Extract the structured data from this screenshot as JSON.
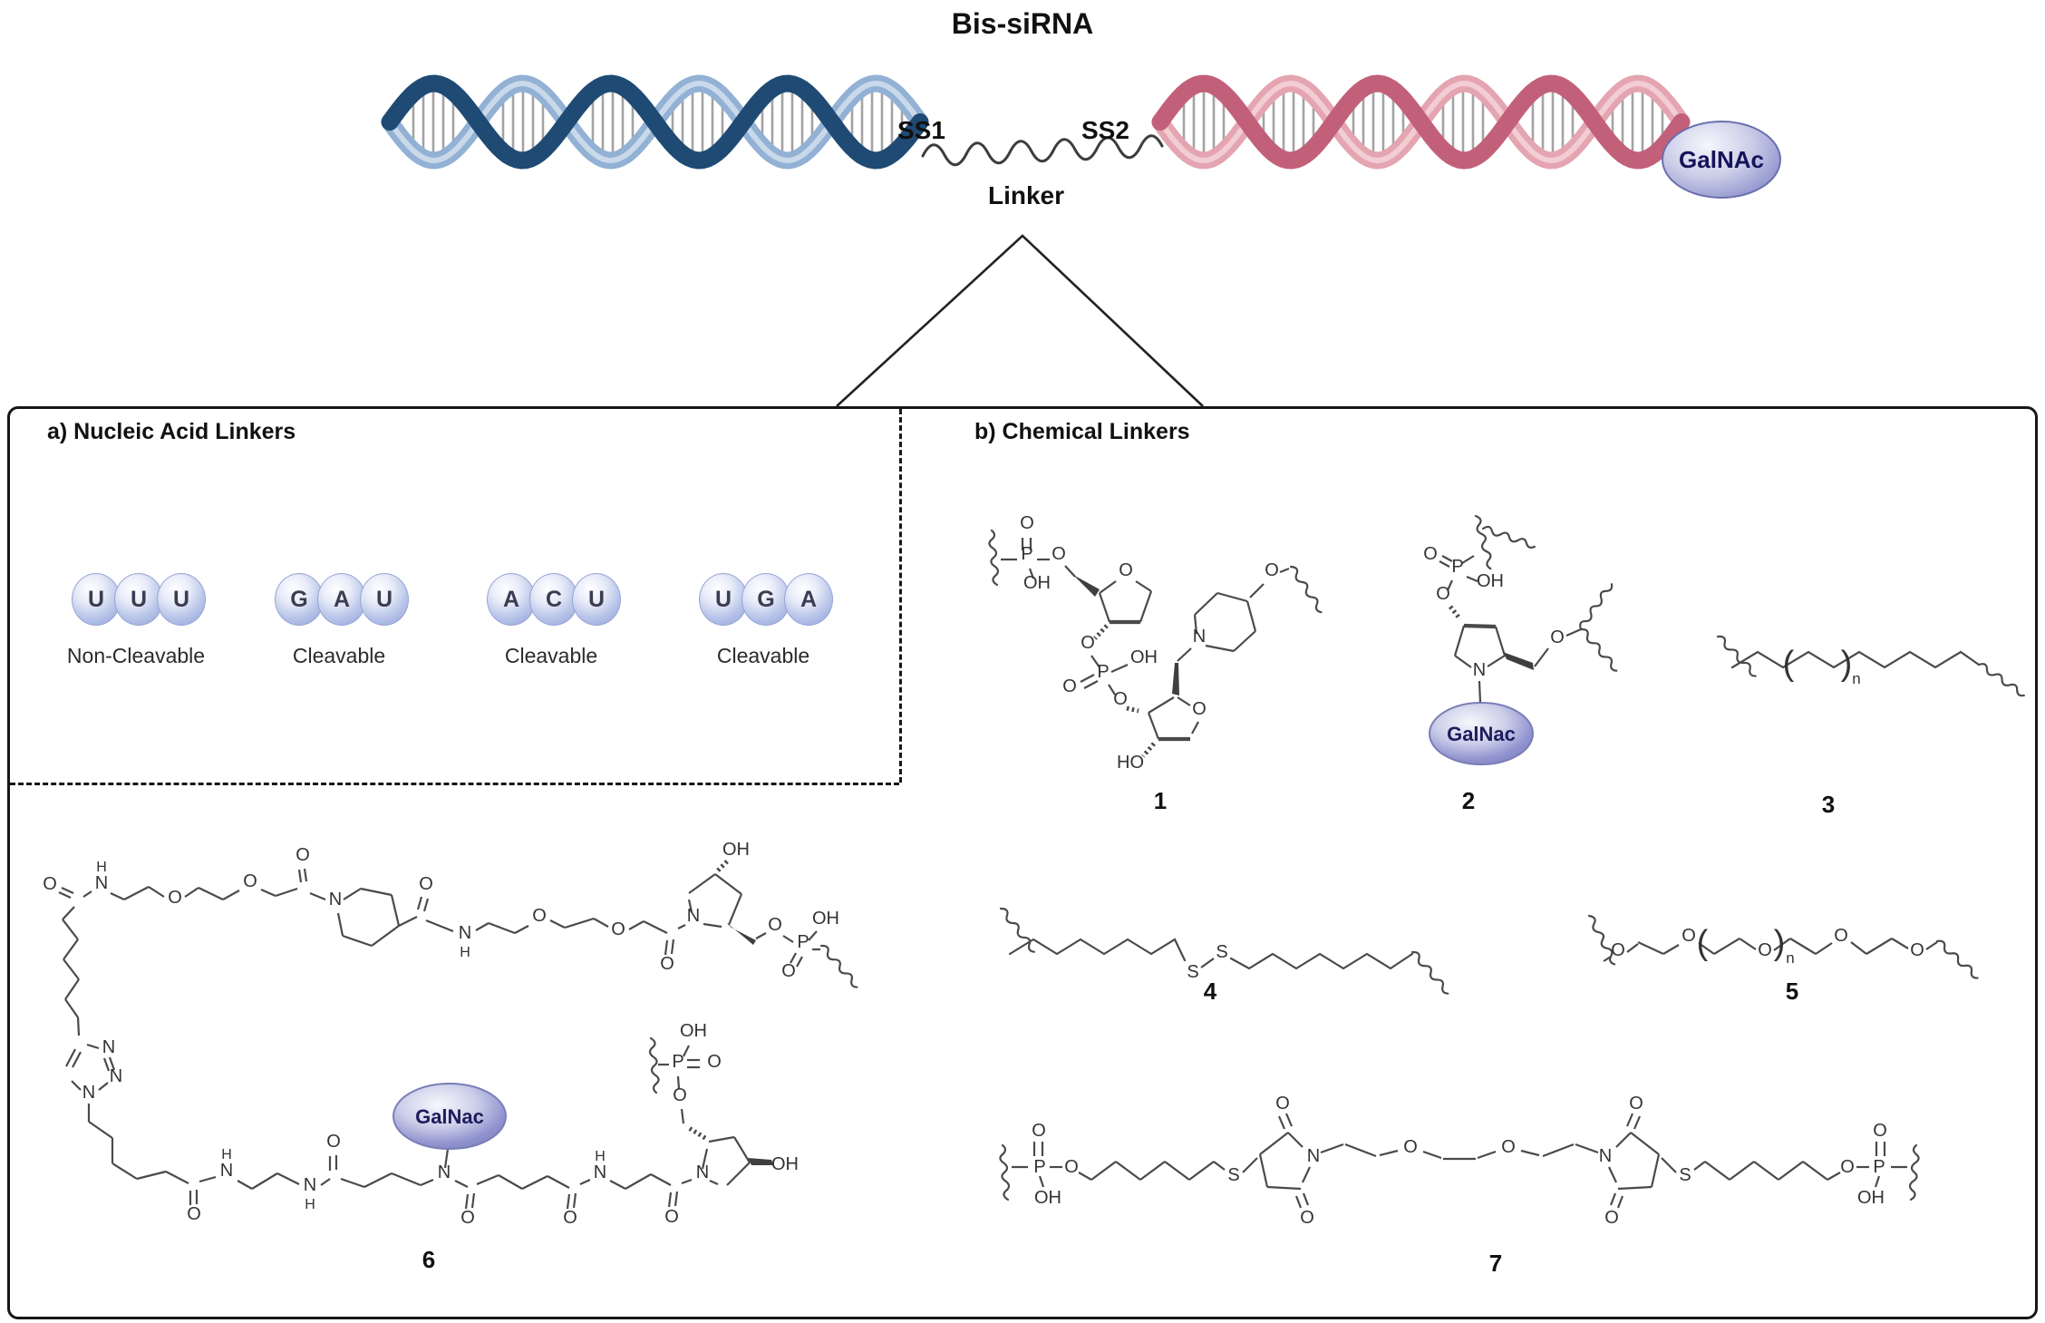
{
  "title": "Bis-siRNA",
  "top": {
    "ss1": "SS1",
    "ss2": "SS2",
    "linker_label": "Linker",
    "galnac_label": "GalNAc"
  },
  "panel_a": {
    "heading": "a) Nucleic Acid Linkers",
    "groups": [
      {
        "letters": [
          "U",
          "U",
          "U"
        ],
        "label": "Non-Cleavable"
      },
      {
        "letters": [
          "G",
          "A",
          "U"
        ],
        "label": "Cleavable"
      },
      {
        "letters": [
          "A",
          "C",
          "U"
        ],
        "label": "Cleavable"
      },
      {
        "letters": [
          "U",
          "G",
          "A"
        ],
        "label": "Cleavable"
      }
    ]
  },
  "panel_b": {
    "heading": "b) Chemical Linkers"
  },
  "structures": {
    "s1": {
      "number": "1",
      "atoms": [
        "O",
        "P",
        "OH",
        "O",
        "O",
        "O",
        "OH",
        "P",
        "O",
        "O",
        "O",
        "HO",
        "N",
        "O"
      ]
    },
    "s2": {
      "number": "2",
      "galnac": "GalNac",
      "atoms": [
        "O",
        "P",
        "OH",
        "O",
        "N",
        "O"
      ]
    },
    "s3": {
      "number": "3",
      "atoms": [
        "(",
        ")",
        "n"
      ]
    },
    "s4": {
      "number": "4",
      "atoms": [
        "S",
        "S"
      ]
    },
    "s5": {
      "number": "5",
      "atoms": [
        "O",
        "O",
        "(",
        "O",
        ")",
        "n",
        "O",
        "O"
      ]
    },
    "s6": {
      "number": "6",
      "galnac": "GalNac",
      "atoms": [
        "O",
        "N",
        "H",
        "O",
        "O",
        "O",
        "N",
        "O",
        "N",
        "H",
        "O",
        "O",
        "O",
        "N",
        "OH",
        "O",
        "P",
        "OH",
        "O",
        "N",
        "N",
        "N",
        "O",
        "N",
        "H",
        "N",
        "H",
        "O",
        "N",
        "O",
        "O",
        "N",
        "H",
        "O",
        "N",
        "O",
        "P",
        "OH",
        "O",
        "OH"
      ]
    },
    "s7": {
      "number": "7",
      "atoms": [
        "O",
        "P",
        "OH",
        "O",
        "S",
        "O",
        "N",
        "O",
        "O",
        "O",
        "N",
        "O",
        "O",
        "S",
        "O",
        "P",
        "O",
        "OH"
      ]
    }
  },
  "colors": {
    "helix_blue_dark": "#1f4a73",
    "helix_blue_light": "#92b1d4",
    "helix_blue_stripe": "#c9d9ea",
    "helix_pink_dark": "#c2607a",
    "helix_pink_light": "#e4a5b0",
    "helix_pink_stripe": "#f2cdd3",
    "basepair": "#a3a3a3",
    "galnac_fill": "#8f93cf",
    "sphere_fill": "#9fb0dd",
    "line_dark": "#161616"
  }
}
